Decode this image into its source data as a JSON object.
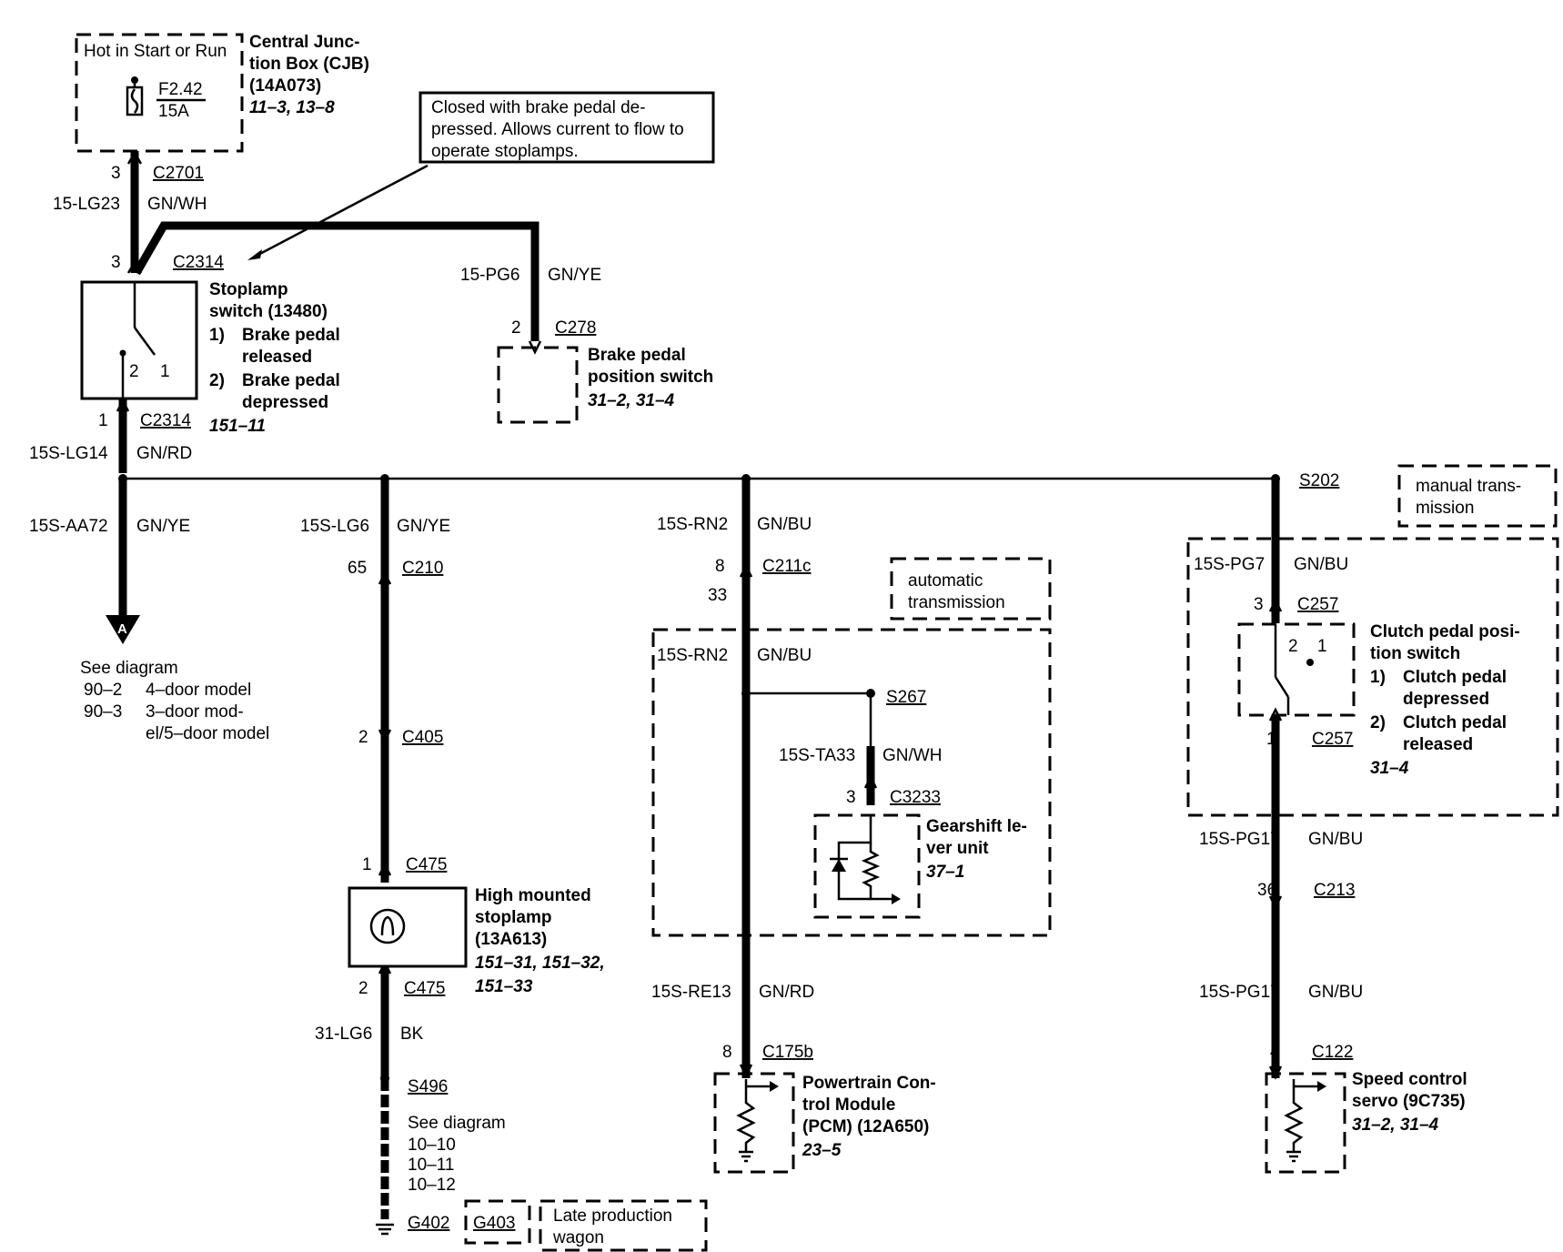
{
  "cjb": {
    "hot_label": "Hot in Start or Run",
    "fuse_id": "F2.42",
    "fuse_amps": "15A",
    "name_1": "Central Junc-",
    "name_2": "tion Box (CJB)",
    "part": "(14A073)",
    "ref": "11–3, 13–8"
  },
  "callout": {
    "line_1": "Closed with brake pedal de-",
    "line_2": "pressed. Allows current to flow to",
    "line_3": "operate stoplamps."
  },
  "wires": {
    "w_15lg23": "15-LG23",
    "w_15lg23_color": "GN/WH",
    "w_15pg6": "15-PG6",
    "w_15pg6_color": "GN/YE",
    "w_15slg14": "15S-LG14",
    "w_15slg14_color": "GN/RD",
    "w_15saa72": "15S-AA72",
    "w_15saa72_color": "GN/YE",
    "w_15slg6": "15S-LG6",
    "w_15slg6_color": "GN/YE",
    "w_31lg6": "31-LG6",
    "w_31lg6_color": "BK",
    "w_15srn2_a": "15S-RN2",
    "w_15srn2_a_color": "GN/BU",
    "w_15srn2_b": "15S-RN2",
    "w_15srn2_b_color": "GN/BU",
    "w_15sta33": "15S-TA33",
    "w_15sta33_color": "GN/WH",
    "w_15sre13": "15S-RE13",
    "w_15sre13_color": "GN/RD",
    "w_15spg7": "15S-PG7",
    "w_15spg7_color": "GN/BU",
    "w_15spg17_a": "15S-PG17",
    "w_15spg17_a_color": "GN/BU",
    "w_15spg17_b": "15S-PG17",
    "w_15spg17_b_color": "GN/BU"
  },
  "connectors": {
    "c2701": "C2701",
    "c2701_pin": "3",
    "c2314_top": "C2314",
    "c2314_top_pin": "3",
    "c2314_bot": "C2314",
    "c2314_bot_pin": "1",
    "c278": "C278",
    "c278_pin": "2",
    "c210": "C210",
    "c210_pin": "65",
    "c405": "C405",
    "c405_pin": "2",
    "c475_top": "C475",
    "c475_top_pin": "1",
    "c475_bot": "C475",
    "c475_bot_pin": "2",
    "c211c": "C211c",
    "c211c_pin_a": "8",
    "c211c_pin_b": "33",
    "c3233": "C3233",
    "c3233_pin": "3",
    "c175b": "C175b",
    "c175b_pin": "8",
    "c257_top": "C257",
    "c257_top_pin": "3",
    "c257_bot": "C257",
    "c257_bot_pin": "1",
    "c213": "C213",
    "c213_pin": "36",
    "c122": "C122",
    "c122_pin": "4"
  },
  "splices": {
    "s202": "S202",
    "s267": "S267",
    "s496": "S496"
  },
  "grounds": {
    "g402": "G402",
    "g403": "G403",
    "late_1": "Late production",
    "late_2": "wagon"
  },
  "stoplamp_switch": {
    "name_1": "Stoplamp",
    "name_2": "switch (13480)",
    "s1_num": "1)",
    "s1_a": "Brake pedal",
    "s1_b": "released",
    "s2_num": "2)",
    "s2_a": "Brake pedal",
    "s2_b": "depressed",
    "ref": "151–11",
    "pin2": "2",
    "pin1": "1"
  },
  "bpp_switch": {
    "name_1": "Brake pedal",
    "name_2": "position switch",
    "ref": "31–2, 31–4"
  },
  "offpage": {
    "letter": "A",
    "see": "See diagram",
    "r1_num": "90–2",
    "r1_txt": "4–door model",
    "r2_num": "90–3",
    "r2_txt_a": "3–door mod-",
    "r2_txt_b": "el/5–door model"
  },
  "hmsl": {
    "name_1": "High mounted",
    "name_2": "stoplamp",
    "part": "(13A613)",
    "ref_1": "151–31, 151–32,",
    "ref_2": "151–33"
  },
  "ground_ref": {
    "see": "See diagram",
    "r1": "10–10",
    "r2": "10–11",
    "r3": "10–12"
  },
  "auto_trans": {
    "l1": "automatic",
    "l2": "transmission"
  },
  "gearshift": {
    "name_1": "Gearshift le-",
    "name_2": "ver unit",
    "ref": "37–1"
  },
  "pcm": {
    "name_1": "Powertrain Con-",
    "name_2": "trol Module",
    "name_3": "(PCM) (12A650)",
    "ref": "23–5"
  },
  "manual_trans": {
    "l1": "manual trans-",
    "l2": "mission"
  },
  "cpp_switch": {
    "name_1": "Clutch pedal posi-",
    "name_2": "tion switch",
    "s1_num": "1)",
    "s1_a": "Clutch pedal",
    "s1_b": "depressed",
    "s2_num": "2)",
    "s2_a": "Clutch pedal",
    "s2_b": "released",
    "ref": "31–4",
    "pin2": "2",
    "pin1": "1"
  },
  "speed_servo": {
    "name_1": "Speed control",
    "name_2": "servo (9C735)",
    "ref": "31–2, 31–4"
  }
}
